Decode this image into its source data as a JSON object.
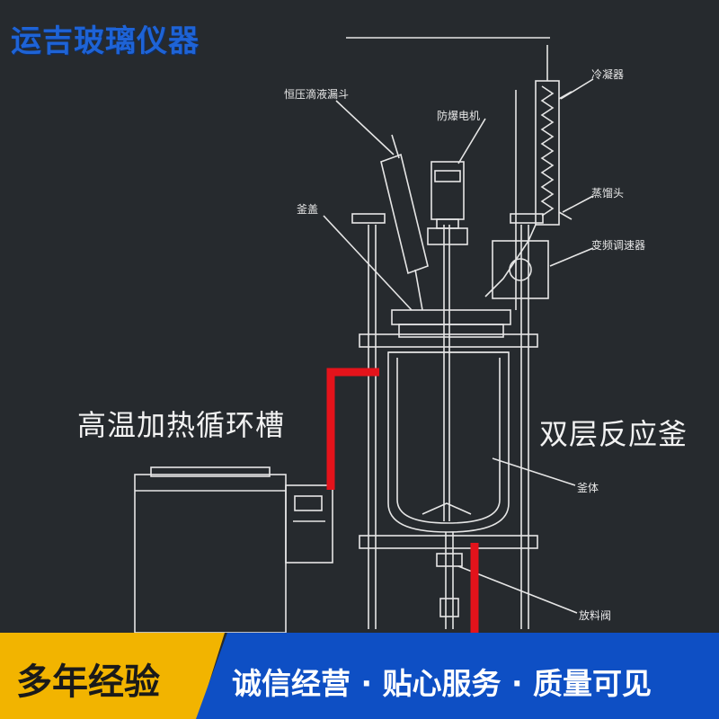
{
  "brand": {
    "title": "运吉玻璃仪器"
  },
  "labels": {
    "pressure_funnel": "恒压滴液漏斗",
    "explosion_motor": "防爆电机",
    "condenser": "冷凝器",
    "lid": "釜盖",
    "distillation_head": "蒸馏头",
    "speed_controller": "变频调速器",
    "circulation_bath": "高温加热循环槽",
    "reactor": "双层反应釜",
    "kettle_body": "釜体",
    "discharge_valve": "放料阀"
  },
  "banner": {
    "left": "多年经验",
    "right": "诚信经营 · 贴心服务 · 质量可见"
  },
  "colors": {
    "background": "#262a2e",
    "brand": "#1e63d6",
    "pipe": "#e4131b",
    "banner_left": "#f2b400",
    "banner_right": "#0e4fc4"
  }
}
